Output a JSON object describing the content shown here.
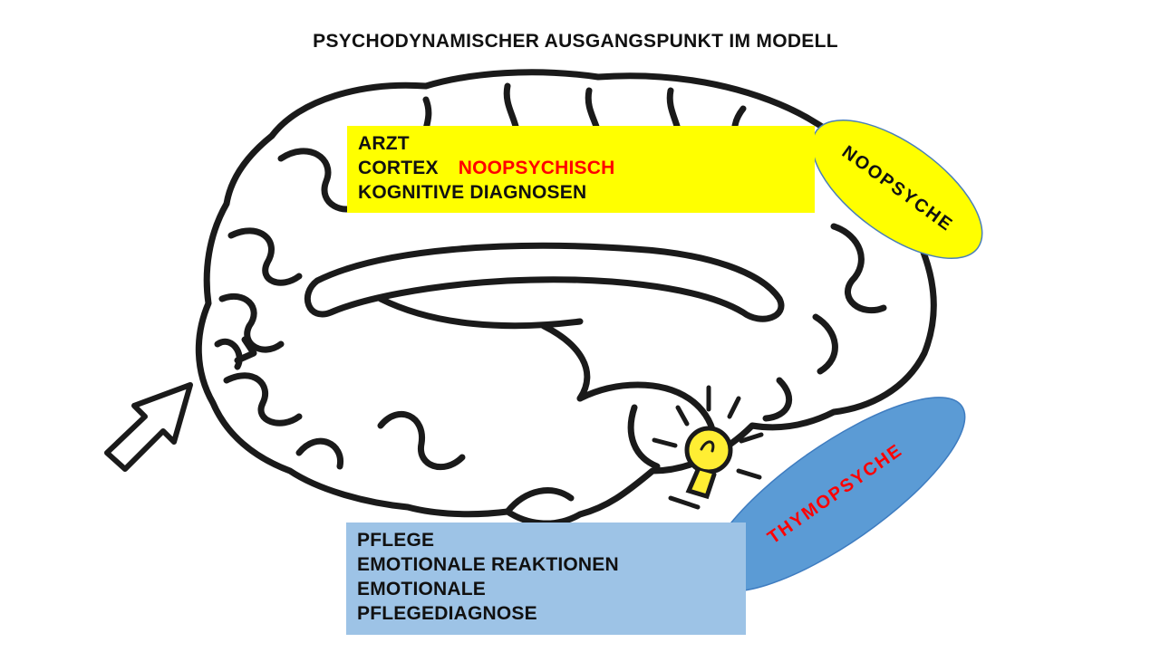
{
  "title": "PSYCHODYNAMISCHER AUSGANGSPUNKT IM MODELL",
  "top_box": {
    "line1": "ARZT",
    "line2_a": "CORTEX",
    "line2_b": "NOOPSYCHISCH",
    "line3": "KOGNITIVE DIAGNOSEN",
    "background": "#ffff00",
    "accent": "#ff0000"
  },
  "bottom_box": {
    "line1": "PFLEGE",
    "line2": "EMOTIONALE REAKTIONEN",
    "line3": "EMOTIONALE",
    "line4": "PFLEGEDIAGNOSE",
    "background": "#9dc3e6"
  },
  "ellipses": {
    "noopsyche": {
      "label": "NOOPSYCHE",
      "fill": "#ffff00"
    },
    "thymopsyche": {
      "label": "THYMOPSYCHE",
      "fill": "#5b9bd5",
      "text_color": "#ff0000"
    }
  },
  "illustration": {
    "subject": "brain-sketch",
    "icons": [
      "brain-icon",
      "arrow-icon",
      "lightbulb-icon"
    ],
    "bulb_color": "#ffee33"
  }
}
